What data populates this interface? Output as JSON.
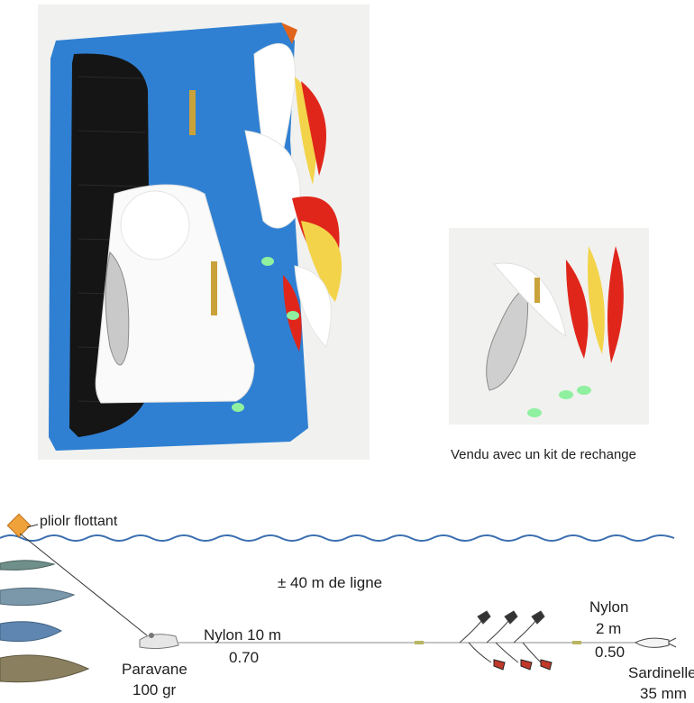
{
  "photo": {
    "main_product": "fishing rig kit on blue winder board",
    "spare_kit": "spare kit with spoon and feather lures"
  },
  "caption": {
    "spare_kit": "Vendu avec un kit de rechange"
  },
  "diagram": {
    "float_label": "pliolr flottant",
    "line_length": "± 40 m de ligne",
    "paravane_label": "Paravane",
    "paravane_weight": "100 gr",
    "nylon_main_label": "Nylon 10 m",
    "nylon_main_diameter": "0.70",
    "nylon_leader_label": "Nylon",
    "nylon_leader_length": "2 m",
    "nylon_leader_diameter": "0.50",
    "lure_label": "Sardinelle",
    "lure_size": "35 mm"
  },
  "colors": {
    "board_blue": "#2f80d2",
    "line_black": "#1a1a1a",
    "water_blue": "#3b6fb0",
    "feather_red": "#e0261b",
    "feather_yellow": "#f3d34a",
    "bead_green": "#8ff0a0"
  }
}
